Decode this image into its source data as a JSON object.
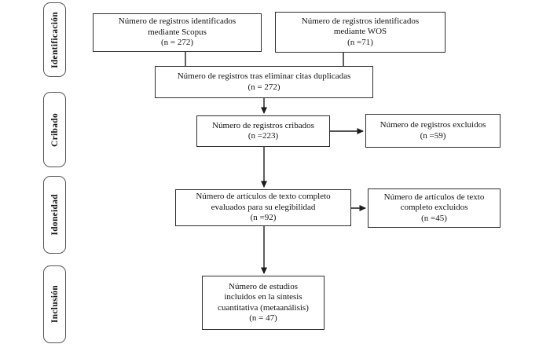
{
  "diagram": {
    "title_semantic": "PRISMA flow diagram (Spanish)",
    "stages": [
      {
        "id": "identificacion",
        "label": "Identificación"
      },
      {
        "id": "cribado",
        "label": "Cribado"
      },
      {
        "id": "idoneidad",
        "label": "Idoneidad"
      },
      {
        "id": "inclusion",
        "label": "Inclusión"
      }
    ],
    "boxes": {
      "scopus": {
        "text": "Número de registros identificados\nmediante Scopus\n(n = 272)"
      },
      "wos": {
        "text": "Número de registros identificados\nmediante WOS\n(n =71)"
      },
      "deduplicated": {
        "text": "Número de registros tras eliminar citas duplicadas\n(n = 272)"
      },
      "screened": {
        "text": "Número de registros cribados\n(n =223)"
      },
      "records_excluded": {
        "text": "Número de registros excluidos\n(n =59)"
      },
      "fulltext_assessed": {
        "text": "Número de artículos de texto completo\nevaluados para su elegibilidad\n(n =92)"
      },
      "fulltext_excluded": {
        "text": "Número de artículos de texto\ncompleto excluidos\n(n =45)"
      },
      "included": {
        "text": "Número de estudios\nincluidos en la síntesis\ncuantitativa (metaanálisis)\n(n = 47)"
      }
    },
    "counts": {
      "scopus": 272,
      "wos": 71,
      "after_deduplication": 272,
      "screened": 223,
      "records_excluded": 59,
      "fulltext_assessed": 92,
      "fulltext_excluded": 45,
      "included_quantitative": 47
    },
    "colors": {
      "box_border": "#2e2e2e",
      "label_border": "#555555",
      "connector": "#1c1c1c",
      "background": "#ffffff",
      "text": "#111111"
    }
  }
}
